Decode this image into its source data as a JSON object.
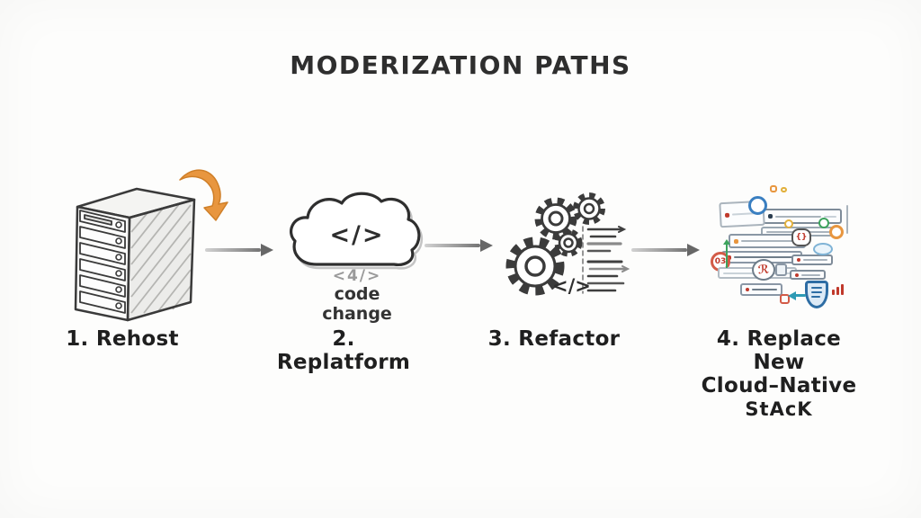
{
  "title": "MODERIZATION PATHS",
  "colors": {
    "background": "#fdfdfc",
    "ink": "#2e2e2e",
    "sketch_gray": "#6f6f6f",
    "flow_arrow_gray": "#8a8a8a",
    "accent_orange": "#e8963f",
    "doodle_blue": "#3a7fc1",
    "doodle_navy": "#2e6da4",
    "doodle_red": "#c0392b",
    "doodle_green": "#3da35d",
    "doodle_teal": "#2e9bb5"
  },
  "steps": [
    {
      "number_label": "1. Rehost",
      "icon": "server-tower"
    },
    {
      "number_label": "2. Replatform",
      "icon": "cloud",
      "cloud_code": "</>",
      "sub_code": "<4/>",
      "caption": "code change"
    },
    {
      "number_label": "3. Refactor",
      "icon": "gears-and-code",
      "code_glyph": "</>"
    },
    {
      "number_label": "4. Replace New",
      "label_line2": "Cloud–Native",
      "label_line3": "StAcK",
      "icon": "cloud-native-stack"
    }
  ]
}
